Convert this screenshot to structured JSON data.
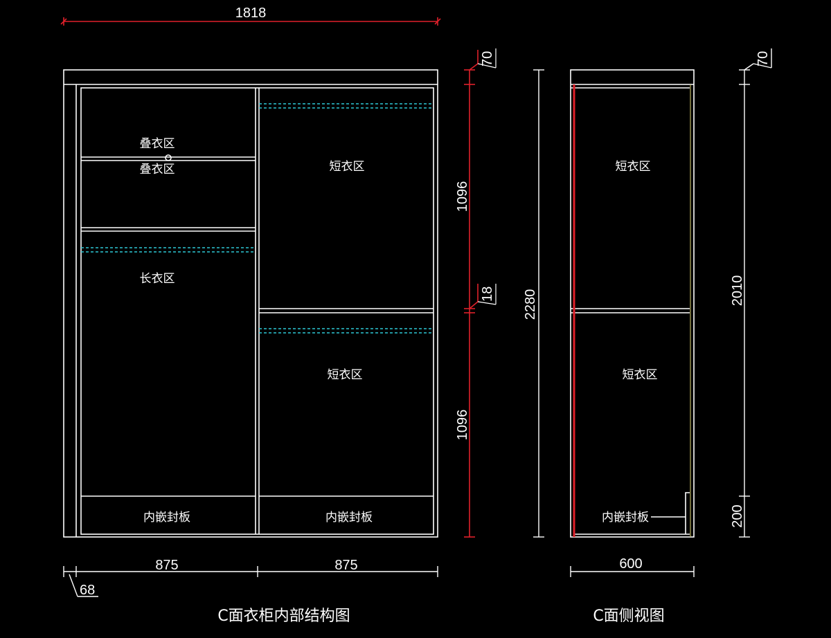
{
  "colors": {
    "background": "#000000",
    "outline": "#ffffff",
    "dimension_red": "#e0202a",
    "rod_dashed": "#2ec8d6",
    "side_edge_yellow": "#b8b060"
  },
  "front_view": {
    "title": "C面衣柜内部结构图",
    "zones": {
      "fold1": "叠衣区",
      "fold2": "叠衣区",
      "long": "长衣区",
      "short_upper": "短衣区",
      "short_lower": "短衣区",
      "base_left": "内嵌封板",
      "base_right": "内嵌封板"
    },
    "dimensions": {
      "total_width": "1818",
      "left_bay": "875",
      "right_bay": "875",
      "side_panel": "68",
      "top_cap": "70",
      "upper_section": "1096",
      "shelf": "18",
      "lower_section": "1096"
    }
  },
  "side_view": {
    "title": "C面侧视图",
    "zones": {
      "short_upper": "短衣区",
      "short_lower": "短衣区",
      "base": "内嵌封板"
    },
    "dimensions": {
      "total_height": "2280",
      "top_cap": "70",
      "body_height": "2010",
      "base_height": "200",
      "depth": "600"
    }
  }
}
